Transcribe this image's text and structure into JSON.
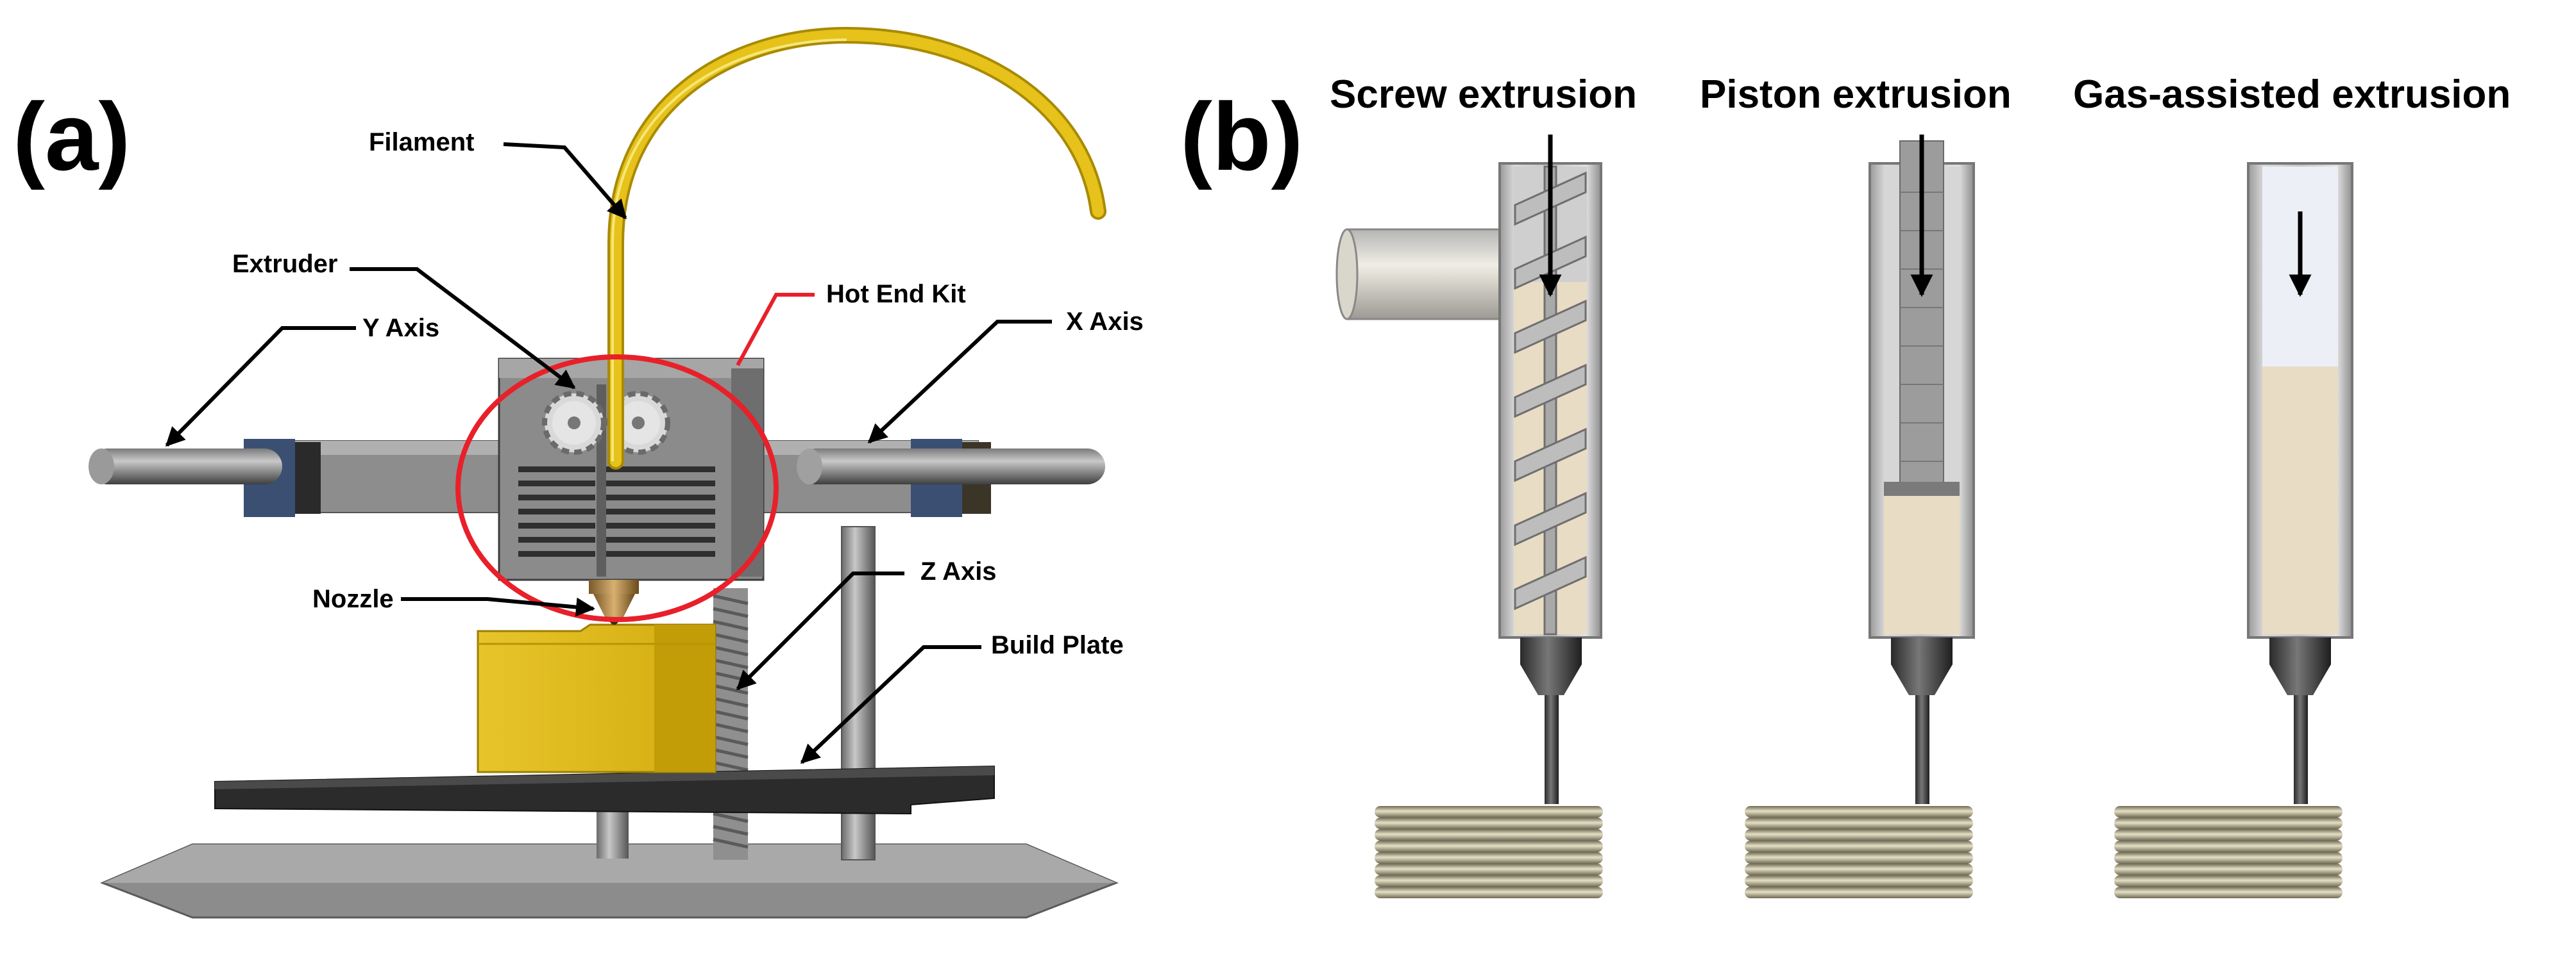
{
  "panels": {
    "a": {
      "label": "(a)"
    },
    "b": {
      "label": "(b)"
    }
  },
  "printer": {
    "labels": {
      "filament": "Filament",
      "extruder": "Extruder",
      "hot_end_kit": "Hot End Kit",
      "y_axis": "Y Axis",
      "x_axis": "X Axis",
      "nozzle": "Nozzle",
      "z_axis": "Z Axis",
      "build_plate": "Build Plate"
    }
  },
  "extrusion": {
    "screw": {
      "title": "Screw extrusion"
    },
    "piston": {
      "title": "Piston extrusion"
    },
    "gas": {
      "title": "Gas-assisted extrusion"
    }
  },
  "colors": {
    "filament": "#e6c21a",
    "callout_red": "#e8202a",
    "paste": "#e9dcc4",
    "steel": "#8a8a8a"
  }
}
